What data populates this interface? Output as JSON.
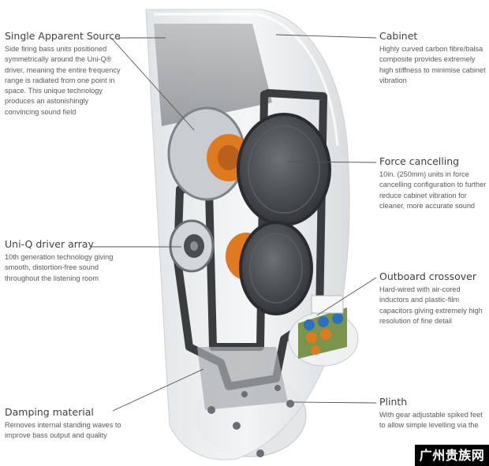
{
  "callouts": {
    "single_apparent_source": {
      "title": "Single Apparent Source",
      "text": "Side firing bass units positioned symmetrically around the Uni-Q® driver, meaning the entire frequency range is radiated from one point in space. This unique technology produces an astonishingly convincing sound field"
    },
    "uniq_driver_array": {
      "title": "Uni-Q driver array",
      "text": "10th generation technology giving smooth, distortion-free sound throughout the listening room"
    },
    "damping_material": {
      "title": "Damping material",
      "text": "Removes internal standing waves to improve bass output and quality"
    },
    "cabinet": {
      "title": "Cabinet",
      "text": "Highly curved carbon fibre/balsa composite provides extremely high stiffness to minimise cabinet vibration"
    },
    "force_cancelling": {
      "title": "Force cancelling",
      "text": "10in. (250mm) units in force cancelling configuration to further reduce cabinet vibration for cleaner, more accurate sound"
    },
    "outboard_crossover": {
      "title": "Outboard crossover",
      "text": "Hard-wired with air-cored inductors and plastic-film capacitors giving extremely high resolution of fine detail"
    },
    "plinth": {
      "title": "Plinth",
      "text": "With gear adjustable spiked feet to allow simple levelling via the"
    }
  },
  "watermark": "广州贵族网",
  "colors": {
    "frame": "#3a3d40",
    "cone": "#4a4d52",
    "orange": "#e07a1f",
    "glass": "#e6e9ec",
    "leader": "#555555"
  }
}
